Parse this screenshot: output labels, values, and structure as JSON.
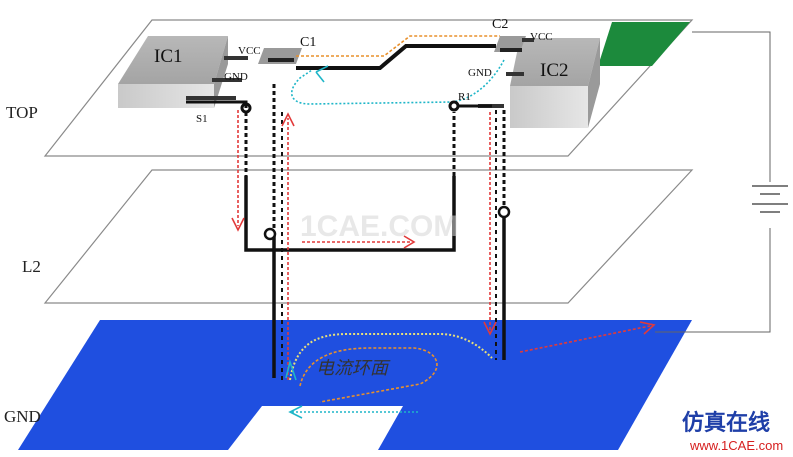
{
  "layers": {
    "top": "TOP",
    "l2": "L2",
    "gnd": "GND"
  },
  "components": {
    "ic1": "IC1",
    "ic2": "IC2",
    "c1": "C1",
    "c2": "C2",
    "vcc1": "VCC",
    "vcc2": "VCC",
    "gnd1": "GND",
    "gnd2": "GND",
    "s1": "S1",
    "r1": "R1"
  },
  "annotation": "电流环面",
  "watermark": {
    "center": "1CAE.COM",
    "brand": "仿真在线",
    "url": "www.1CAE.com"
  },
  "colors": {
    "gnd_plane": "#1f4fe0",
    "pad_green": "#1c8a3c",
    "current_red": "#e23a3a",
    "current_cyan": "#1fb6c8",
    "current_orange": "#e8902c",
    "brand_blue": "#1f3fa8",
    "url_red": "#d62020"
  }
}
